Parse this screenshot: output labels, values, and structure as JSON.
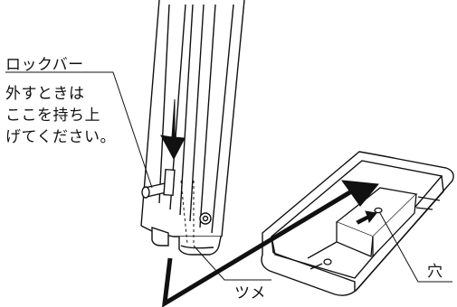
{
  "labels": {
    "lock_bar": "ロックバー",
    "instruction_lines": [
      "外すときは",
      "ここを持ち上",
      "げてください。"
    ],
    "tab": "ツメ",
    "hole": "穴"
  }
}
